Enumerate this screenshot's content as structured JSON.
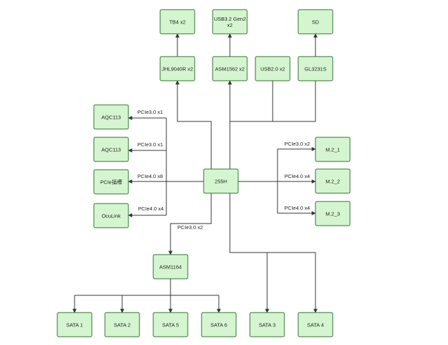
{
  "nodes": {
    "tb4": [
      "TB4 x2"
    ],
    "usb32": [
      "USB3.2 Gen2",
      "x2"
    ],
    "sd": [
      "SD"
    ],
    "jhl": [
      "JHL9040R x2"
    ],
    "asm1562": [
      "ASM1562 x2"
    ],
    "usb20": [
      "USB2.0 x2"
    ],
    "gl": [
      "GL3231S"
    ],
    "aqc1": [
      "AQC113"
    ],
    "aqc2": [
      "AQC113"
    ],
    "pcieslot": [
      "PCIe插槽"
    ],
    "oculink": [
      "OcuLink"
    ],
    "cpu": [
      "255H"
    ],
    "m21": [
      "M.2_1"
    ],
    "m22": [
      "M.2_2"
    ],
    "m23": [
      "M.2_3"
    ],
    "asm1164": [
      "ASM1164"
    ],
    "sata1": [
      "SATA 1"
    ],
    "sata2": [
      "SATA 2"
    ],
    "sata5": [
      "SATA 5"
    ],
    "sata6": [
      "SATA 6"
    ],
    "sata3": [
      "SATA 3"
    ],
    "sata4": [
      "SATA 4"
    ]
  },
  "edge_labels": {
    "aqc1": "PCIe3.0 x1",
    "aqc2": "PCIe3.0 x1",
    "pcieslot": "PCIe4.0 x8",
    "oculink": "PCIe4.0 x4",
    "m21": "PCIe3.0 x2",
    "m22": "PCIe4.0 x4",
    "m23": "PCIe4.0 x4",
    "asm1164": "PCIe3.0 x2"
  }
}
